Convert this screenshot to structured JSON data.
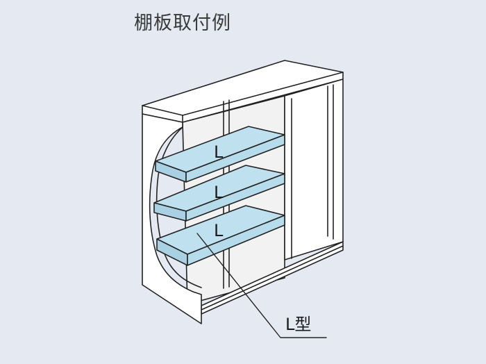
{
  "title": "棚板取付例",
  "shelves": [
    {
      "label": "L"
    },
    {
      "label": "L"
    },
    {
      "label": "L"
    }
  ],
  "callout": {
    "label": "L型"
  },
  "colors": {
    "background": "#e4e9f2",
    "cabinet": "#ffffff",
    "cabinet_shade": "#ececec",
    "shelf_top": "#bfe0ee",
    "shelf_edge": "#a9d1e3",
    "outline": "#222222"
  }
}
